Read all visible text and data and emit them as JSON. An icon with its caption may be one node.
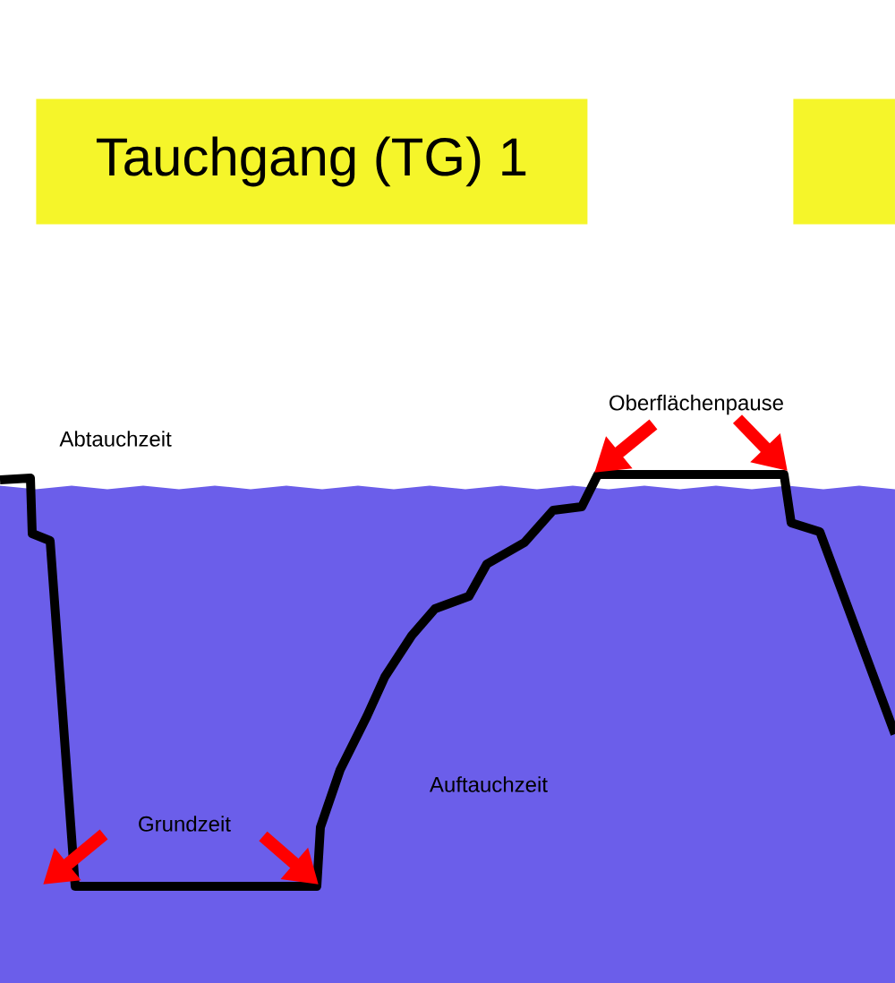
{
  "diagram": {
    "nodes": [
      {
        "text": [
          "Tauchgang (TG) 1"
        ]
      },
      {
        "text": [],
        "shape": "box"
      }
    ],
    "labels": [
      "Abtauchzeit",
      "Oberflächenpause",
      "Grundzeit",
      "Auftauchzeit"
    ]
  }
}
